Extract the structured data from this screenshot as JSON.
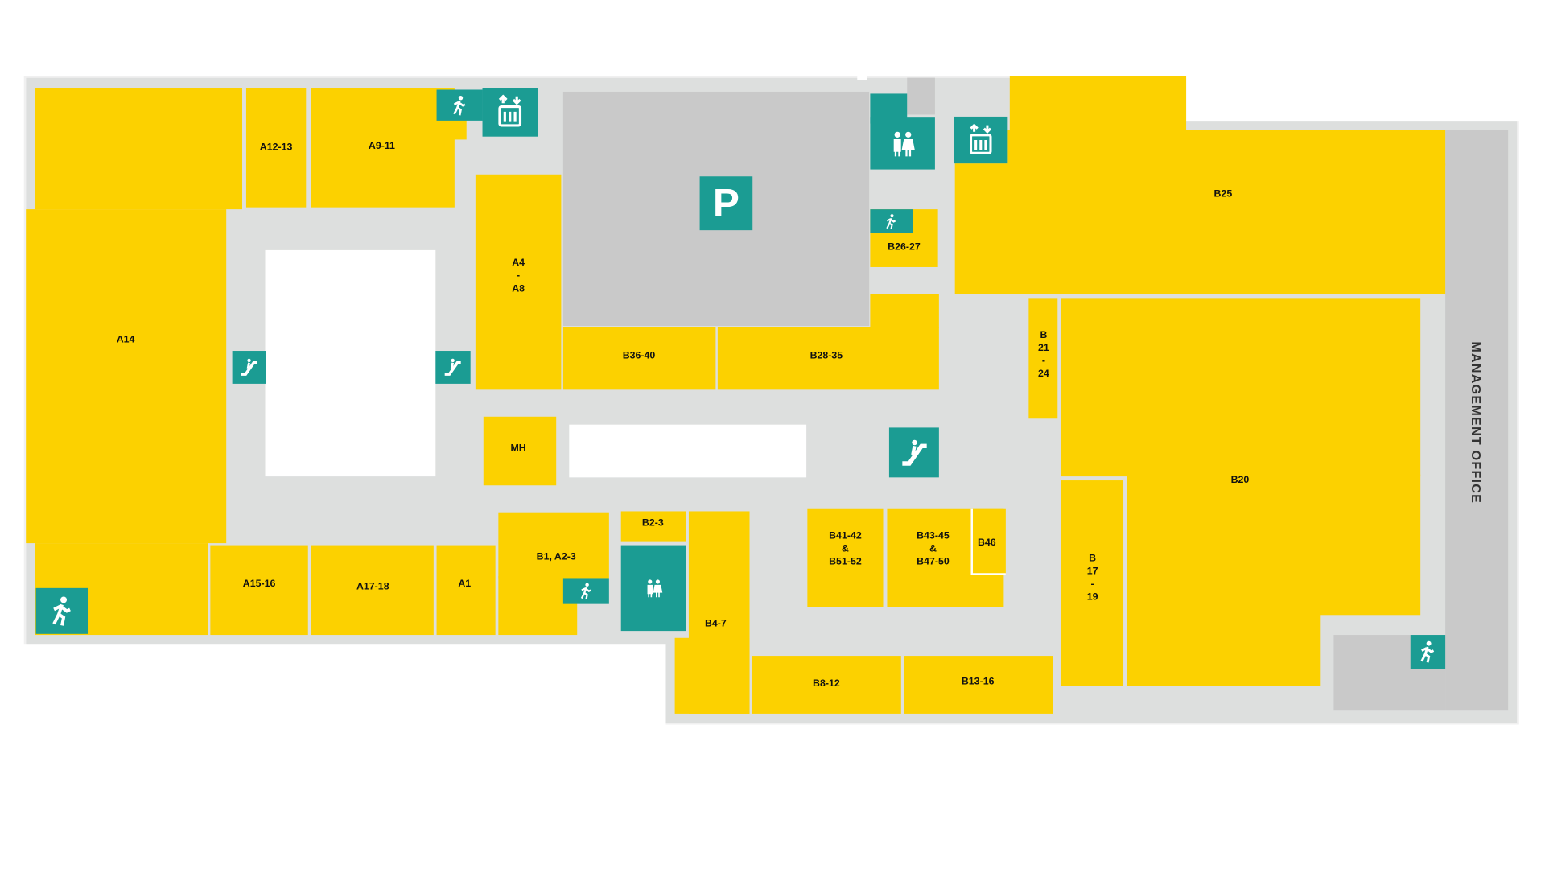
{
  "map": {
    "parking_label": "P",
    "management_office": "MANAGEMENT OFFICE",
    "colors": {
      "shop": "#fcd100",
      "facility": "#1b9c93",
      "corridor": "#dddfde",
      "service": "#c9c9c9"
    },
    "shops": [
      {
        "label": "A14"
      },
      {
        "label": "A12-13"
      },
      {
        "label": "A9-11"
      },
      {
        "label": "A4\n-\nA8"
      },
      {
        "label": "B36-40"
      },
      {
        "label": "B28-35"
      },
      {
        "label": "B26-27"
      },
      {
        "label": "B25"
      },
      {
        "label": "B\n21\n-\n24"
      },
      {
        "label": "B20"
      },
      {
        "label": "B\n17\n-\n19"
      },
      {
        "label": "MH"
      },
      {
        "label": "B1, A2-3"
      },
      {
        "label": "B2-3"
      },
      {
        "label": "B4-7"
      },
      {
        "label": "A15-16"
      },
      {
        "label": "A17-18"
      },
      {
        "label": "A1"
      },
      {
        "label": "B41-42\n&\nB51-52"
      },
      {
        "label": "B43-45\n&\nB47-50"
      },
      {
        "label": "B46"
      },
      {
        "label": "B8-12"
      },
      {
        "label": "B13-16"
      }
    ],
    "icons": [
      "emergency-exit-icon",
      "elevator-icon",
      "restroom-icon",
      "escalator-icon",
      "parking-icon"
    ]
  }
}
